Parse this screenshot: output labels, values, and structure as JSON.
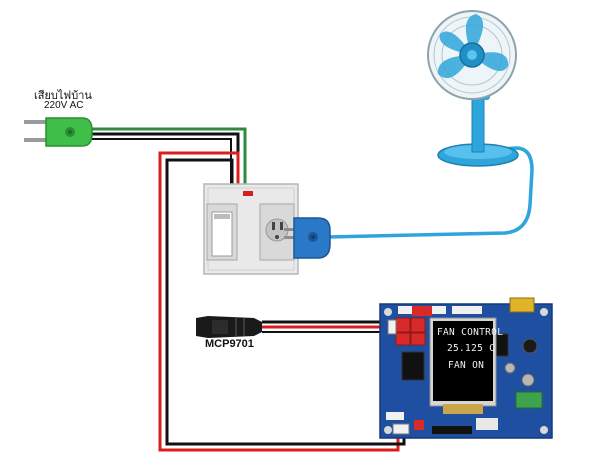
{
  "plug": {
    "label_line1": "เสียบไฟบ้าน",
    "label_line2": "220V AC"
  },
  "sensor": {
    "label": "MCP9701"
  },
  "lcd": {
    "line1": "FAN CONTROL",
    "line2": "25.125 C",
    "line3": "FAN ON"
  },
  "colors": {
    "plug_green": "#3fbf4a",
    "fan_blue": "#2ea6dc",
    "socket_plug_blue": "#2a78c8",
    "wire_red": "#d81e1e",
    "wire_black": "#111111",
    "wire_green": "#2d8a3e",
    "pcb_blue": "#1f4fa0",
    "switch_plate": "#e9e9e9"
  }
}
